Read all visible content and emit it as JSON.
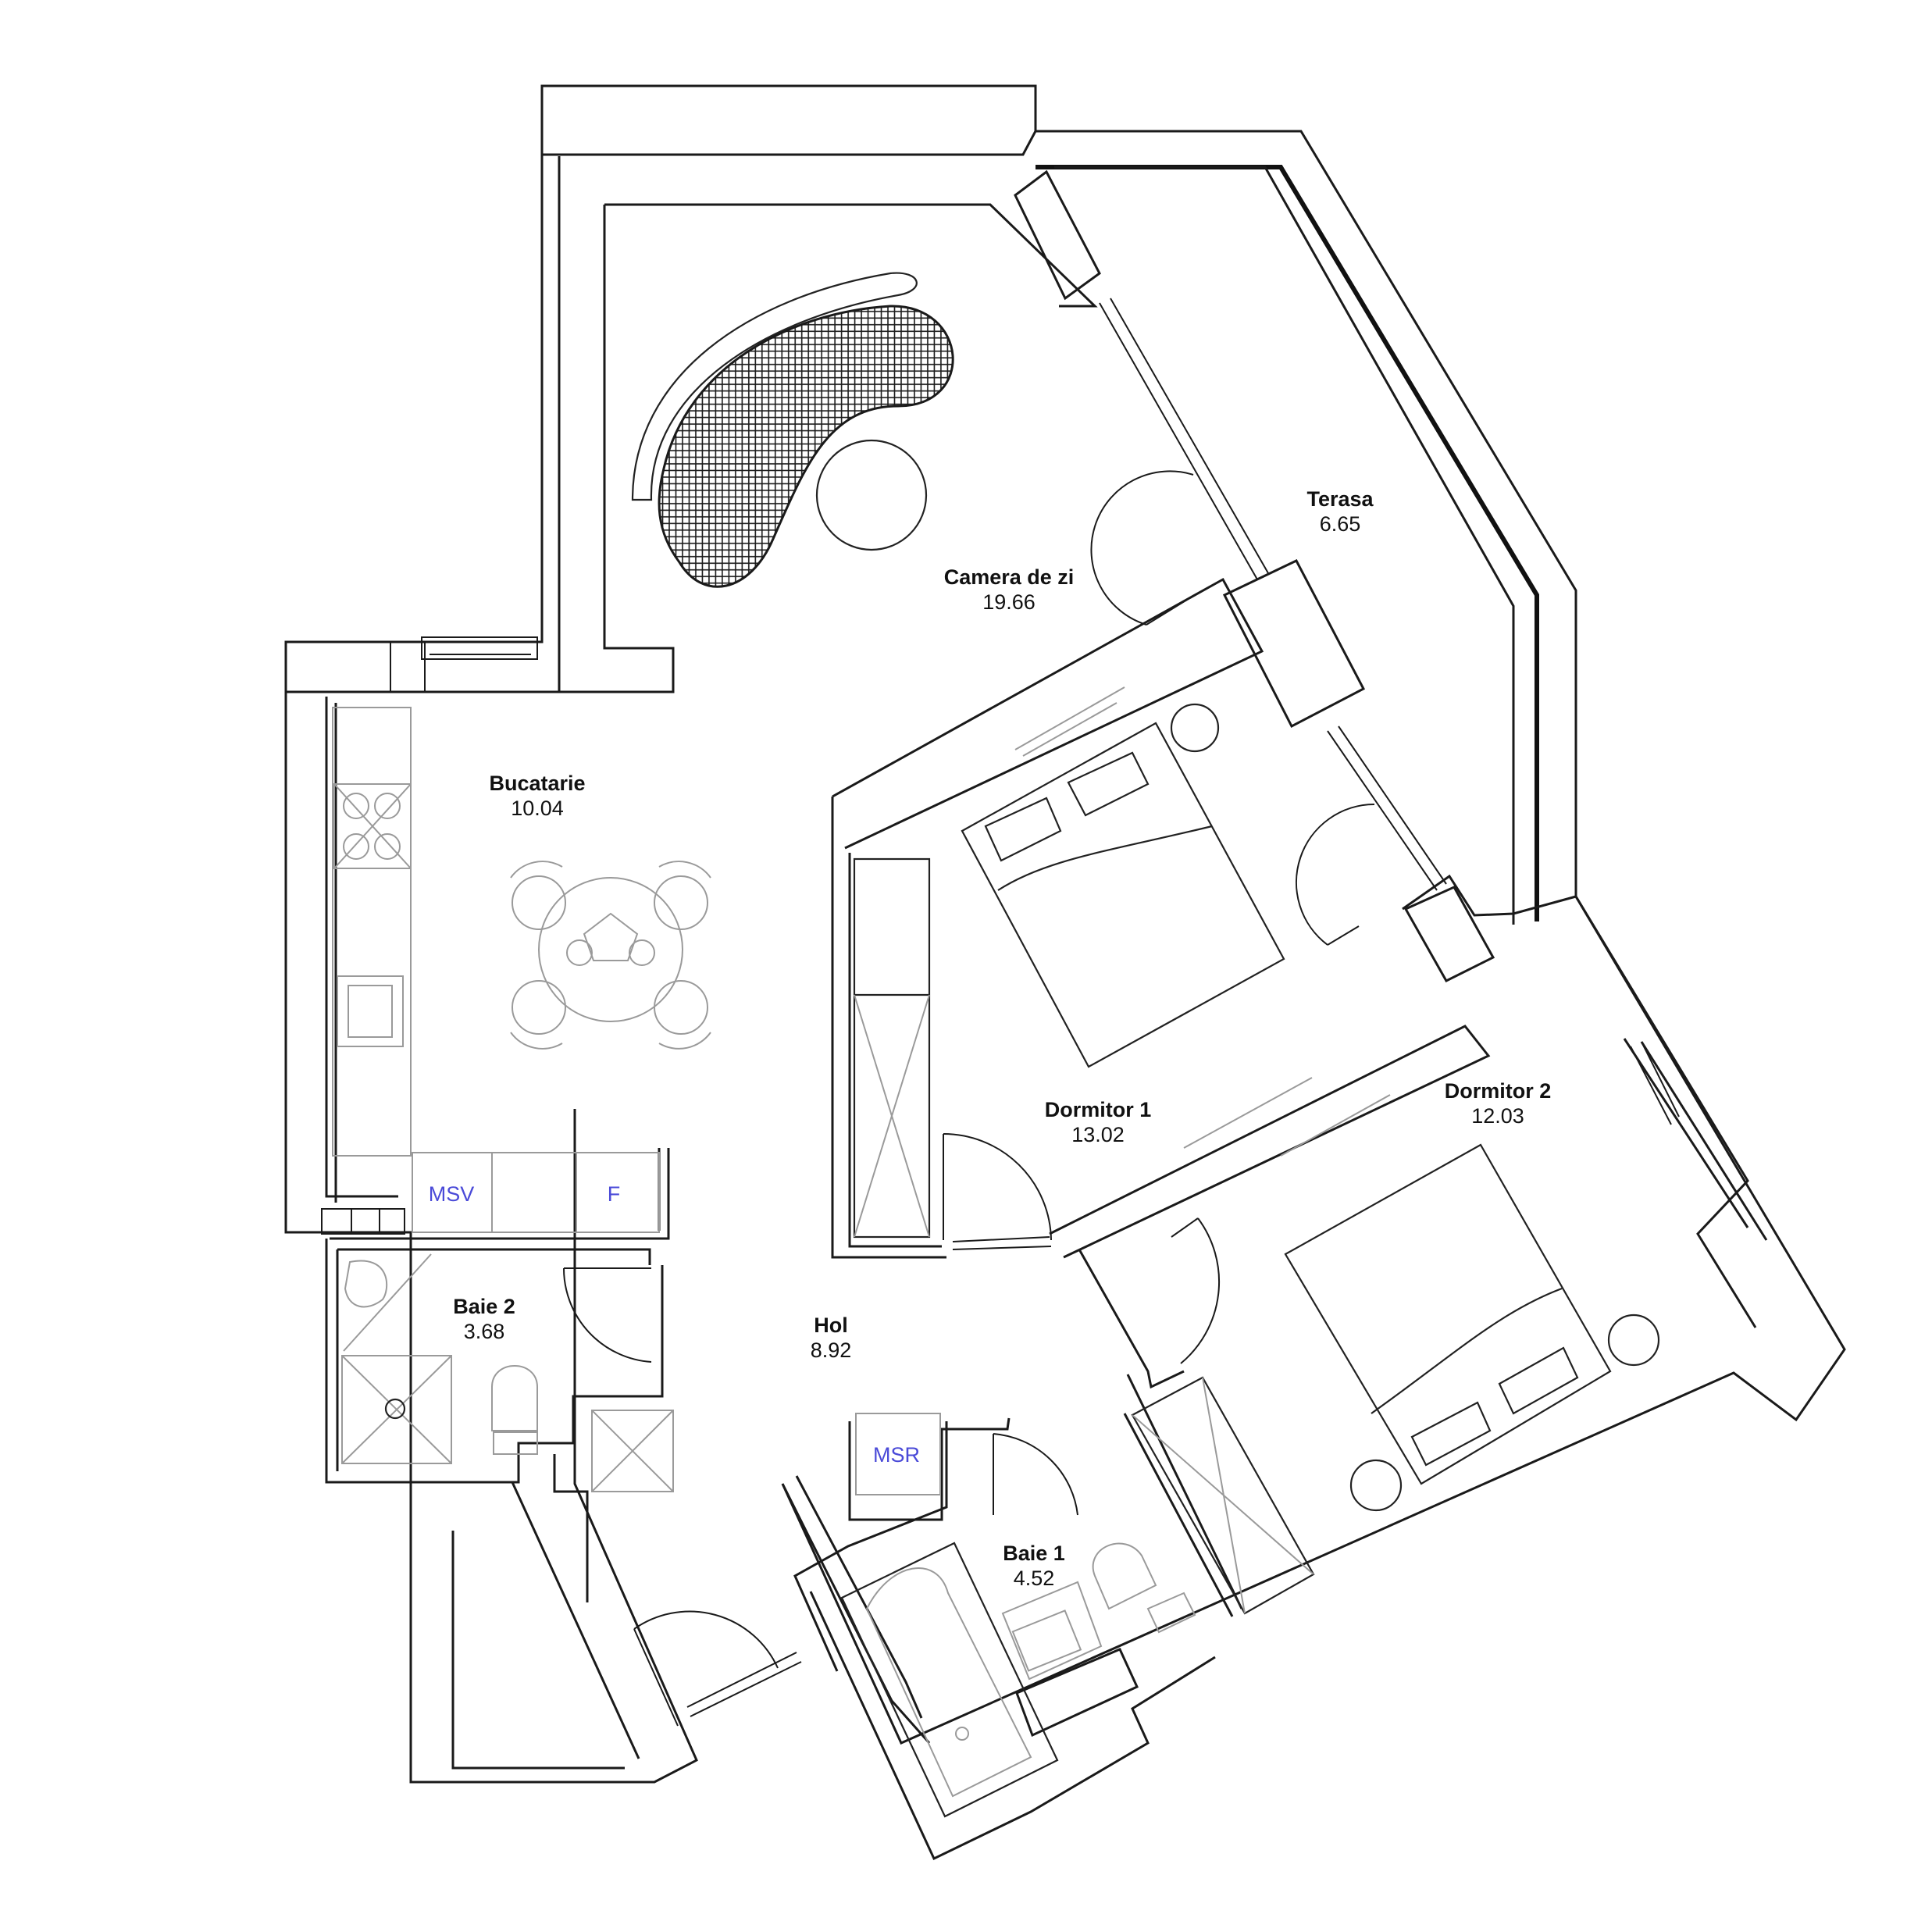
{
  "colors": {
    "wall": "#1a1a1a",
    "fixture": "#9a9a9a",
    "utility_label": "#4a4ad8",
    "background": "#ffffff"
  },
  "rooms": {
    "camera_de_zi": {
      "name": "Camera de zi",
      "area": "19.66"
    },
    "terasa": {
      "name": "Terasa",
      "area": "6.65"
    },
    "bucatarie": {
      "name": "Bucatarie",
      "area": "10.04"
    },
    "dormitor_1": {
      "name": "Dormitor 1",
      "area": "13.02"
    },
    "dormitor_2": {
      "name": "Dormitor 2",
      "area": "12.03"
    },
    "baie_2": {
      "name": "Baie 2",
      "area": "3.68"
    },
    "hol": {
      "name": "Hol",
      "area": "8.92"
    },
    "baie_1": {
      "name": "Baie 1",
      "area": "4.52"
    }
  },
  "utilities": {
    "msv": "MSV",
    "f": "F",
    "msr": "MSR"
  },
  "icons": [
    "sofa-icon",
    "round-table-icon",
    "dining-set-icon",
    "stove-icon",
    "sink-icon",
    "bed-icon",
    "wardrobe-icon",
    "toilet-icon",
    "shower-icon",
    "bathtub-icon",
    "door-swing-icon",
    "window-icon"
  ]
}
